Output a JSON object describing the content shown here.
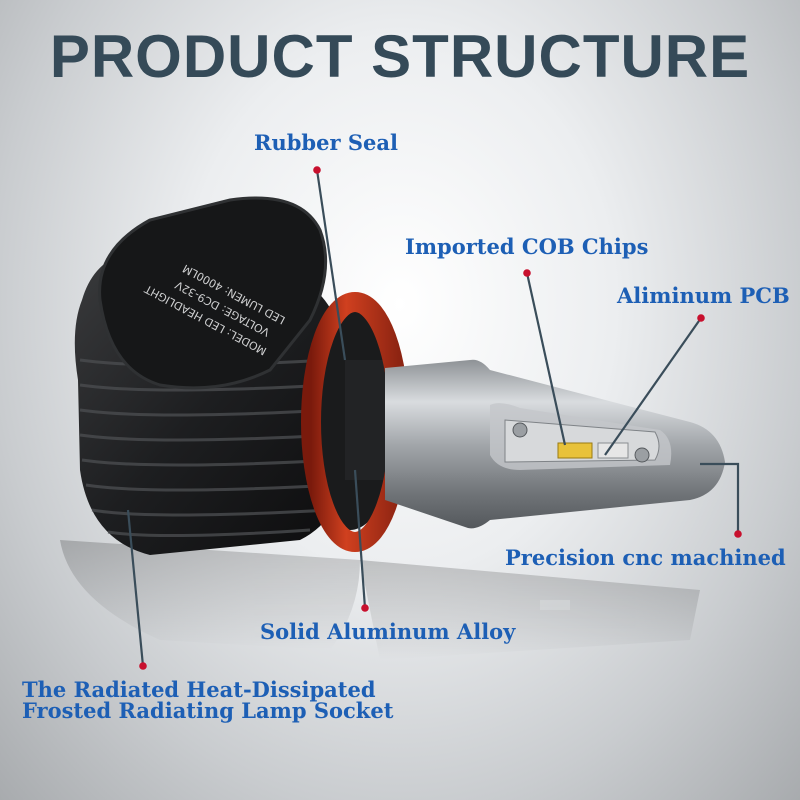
{
  "title": "PRODUCT STRUCTURE",
  "labels": {
    "rubber_seal": "Rubber Seal",
    "cob_chips": "Imported COB Chips",
    "aluminum_pcb": "Aliminum PCB",
    "cnc": "Precision cnc machined",
    "alloy": "Solid Aluminum Alloy",
    "socket_line1": "The Radiated Heat-Dissipated",
    "socket_line2": "Frosted Radiating Lamp Socket"
  },
  "plate": {
    "line1": "MODEL: LED HEADLIGHT",
    "line2": "VOLTAGE: DC9-32V",
    "line3": "LED LUMEN: 4000LM"
  },
  "colors": {
    "title": "#354a58",
    "label": "#1d5fb5",
    "leader": "#3a4d5a",
    "dot": "#c8102e",
    "ring": "#c0321c"
  }
}
